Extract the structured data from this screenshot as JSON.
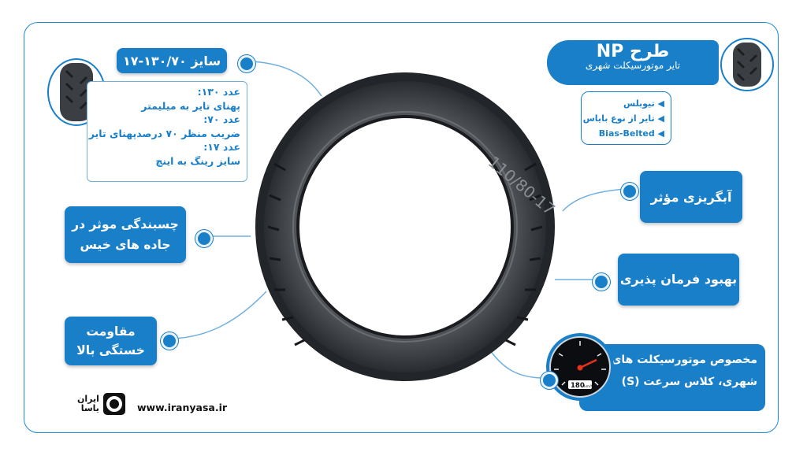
{
  "size_box": {
    "label": "سایز ۱۳۰/۷۰-۱۷"
  },
  "size_info": {
    "lines": [
      "عدد ۱۳۰:",
      "پهنای تایر به میلیمتر",
      "عدد ۷۰:",
      "ضریب منظر ۷۰ درصدپهنای تایر",
      "عدد ۱۷:",
      "سایز رینگ به اینچ"
    ]
  },
  "np_card": {
    "title": "طرح NP",
    "subtitle": "تایر موتورسیکلت شهری"
  },
  "specs": {
    "items": [
      "تیوبلس",
      "تایر از نوع بایاس",
      "Bias-Belted"
    ]
  },
  "features": {
    "grip": "چسبندگی موثر در جاده های خیس",
    "wear": "مقاومت خستگی بالا",
    "water": "آبگریزی مؤثر",
    "steering": "بهبود فرمان پذیری"
  },
  "speed": {
    "text": "مخصوص موتورسیکلت های شهری، کلاس سرعت (S)",
    "odometer": "180",
    "unit": "km/h"
  },
  "footer": {
    "brand_line1": "ایران",
    "brand_line2": "یاسا",
    "url": "www.iranyasa.ir",
    "tire_marking": "110/80-17"
  },
  "colors": {
    "accent": "#1a7fc9",
    "border": "#1d8ad4",
    "tire": "#2b2f34"
  }
}
